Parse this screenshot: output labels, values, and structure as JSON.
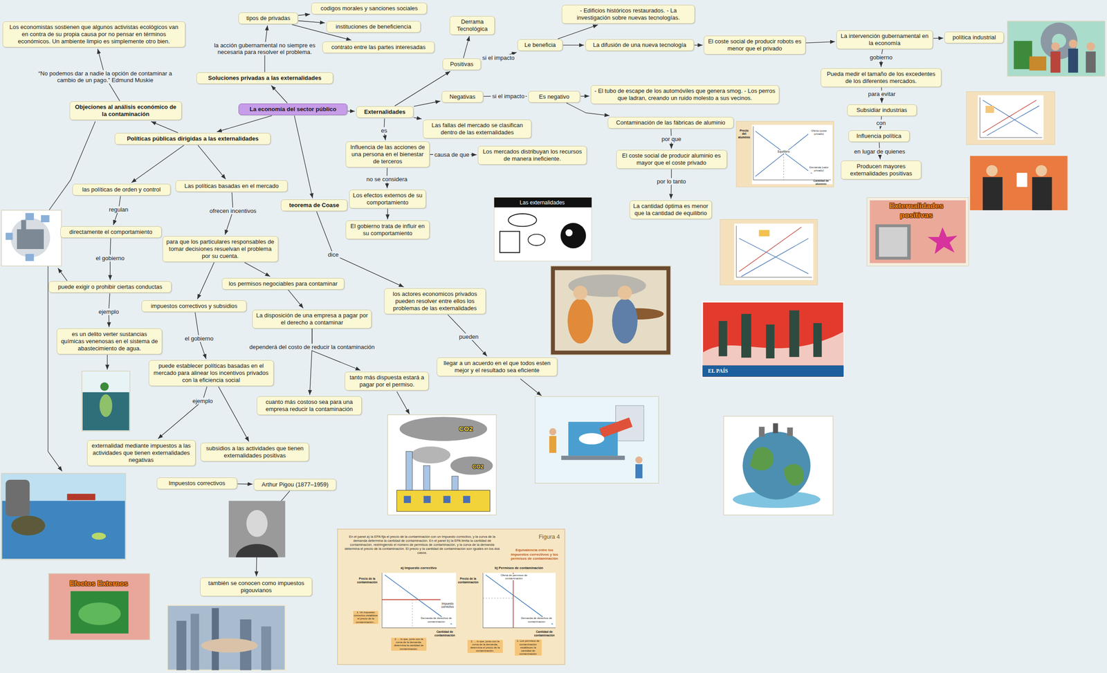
{
  "diagram": {
    "nodes": [
      {
        "text": [
          "La economía del sector público"
        ]
      },
      {
        "text": [
          "Externalidades"
        ]
      },
      {
        "text": [
          "Soluciones privadas a las externalidades"
        ]
      },
      {
        "text": [
          "tipos de privadas"
        ]
      },
      {
        "text": [
          "codigos morales y sanciones sociales"
        ]
      },
      {
        "text": [
          "instituciones de beneficiencia"
        ]
      },
      {
        "text": [
          "contrato entre las partes interesadas"
        ]
      },
      {
        "text": [
          "Objeciones al análisis económico de la contaminación"
        ]
      },
      {
        "text": [
          "Los economistas sostienen que algunos activistas ecológicos van en contra de su propia causa por no pensar en términos económicos. Un ambiente limpio es simplemente otro bien."
        ]
      },
      {
        "text": [
          "Políticas públicas dirigidas a las externalidades"
        ]
      },
      {
        "text": [
          "las políticas de orden y control"
        ]
      },
      {
        "text": [
          "Las políticas basadas en el mercado"
        ]
      },
      {
        "text": [
          "directamente el comportamiento"
        ]
      },
      {
        "text": [
          "puede exigir o prohibir ciertas conductas"
        ]
      },
      {
        "text": [
          "es un delito verter sustancias químicas venenosas en el sistema de abastecimiento de agua."
        ]
      },
      {
        "text": [
          "para que los particulares responsables de tomar decisiones resuelvan el problema por su cuenta."
        ]
      },
      {
        "text": [
          "los permisos negociables para contaminar"
        ]
      },
      {
        "text": [
          "impuestos correctivos y subsidios"
        ]
      },
      {
        "text": [
          "La disposición de una empresa a pagar por el derecho a contaminar"
        ]
      },
      {
        "text": [
          "cuanto más costoso sea para una empresa reducir la contaminación"
        ]
      },
      {
        "text": [
          "tanto más dispuesta estará a pagar por el permiso."
        ]
      },
      {
        "text": [
          "puede establecer políticas basadas en el mercado para alinear los incentivos privados con la eficiencia social"
        ]
      },
      {
        "text": [
          "externalidad mediante impuestos a las actividades que tienen externalidades negativas"
        ]
      },
      {
        "text": [
          "subsidios a las actividades que tienen externalidades positivas"
        ]
      },
      {
        "text": [
          "teorema de Coase"
        ]
      },
      {
        "text": [
          "los actores economicos privados pueden resolver entre ellos los problemas de las externalidades"
        ]
      },
      {
        "text": [
          "llegar a un acuerdo en el que todos esten mejor y el resultado sea eficiente"
        ]
      },
      {
        "text": [
          "Impuestos correctivos"
        ]
      },
      {
        "text": [
          "Arthur Pigou (1877–1959)"
        ]
      },
      {
        "text": [
          "también se conocen como impuestos pigouvianos"
        ]
      },
      {
        "text": [
          "Positivas"
        ]
      },
      {
        "text": [
          "Derrama Tecnológica"
        ]
      },
      {
        "text": [
          "Le beneficia"
        ]
      },
      {
        "text": [
          "- Edificios históricos restaurados. - La investigación sobre nuevas tecnologías."
        ]
      },
      {
        "text": [
          "La difusión de una nueva tecnología"
        ]
      },
      {
        "text": [
          "El coste social de producir robots es menor que el privado"
        ]
      },
      {
        "text": [
          "La intervención gubernamental en la economía"
        ]
      },
      {
        "text": [
          "política industrial"
        ]
      },
      {
        "text": [
          "Pueda medir el tamaño de los excedentes de los diferentes mercados."
        ]
      },
      {
        "text": [
          "Subsidiar industrias"
        ]
      },
      {
        "text": [
          "Influencia política"
        ]
      },
      {
        "text": [
          "Producen mayores externalidades positivas"
        ]
      },
      {
        "text": [
          "Negativas"
        ]
      },
      {
        "text": [
          "Es negativo"
        ]
      },
      {
        "text": [
          "- El tubo de escape de los automóviles que genera smog. - Los perros que ladran, creando un ruido molesto a sus vecinos."
        ]
      },
      {
        "text": [
          "Contaminación de las fábricas de aluminio"
        ]
      },
      {
        "text": [
          "El coste social de producir aluminio es mayor que el coste privado"
        ]
      },
      {
        "text": [
          "La cantidad óptima es menor que la cantidad de equilibrio"
        ]
      },
      {
        "text": [
          "Las fallas del mercado se clasifican dentro de las externalidades"
        ]
      },
      {
        "text": [
          "Influencia de las acciones de una persona en el bienestar de terceros"
        ]
      },
      {
        "text": [
          "Los mercados distribuyan los recursos de manera ineficiente."
        ]
      },
      {
        "text": [
          "Los efectos externos de su comportamiento"
        ]
      },
      {
        "text": [
          "El gobierno trata de influir en su comportamiento"
        ]
      }
    ],
    "edges": [
      {
        "from": 0,
        "to": 1,
        "arrow": "to"
      },
      {
        "from": 0,
        "to": 2,
        "arrow": "to"
      },
      {
        "from": 2,
        "to": 3,
        "label": "la acción gubernamental no siempre es necesaria para resolver el problema.",
        "arrow": "to"
      },
      {
        "from": 3,
        "to": 4,
        "arrow": "to"
      },
      {
        "from": 3,
        "to": 5,
        "arrow": "to"
      },
      {
        "from": 3,
        "to": 6,
        "arrow": "to"
      },
      {
        "from": 9,
        "to": 7,
        "arrow": "to"
      },
      {
        "from": 7,
        "to": 8,
        "label": "“No podemos dar a nadie la opción de contaminar a cambio de un pago.” Edmund Muskie",
        "arrow": "to"
      },
      {
        "from": 0,
        "to": 9,
        "arrow": "to"
      },
      {
        "from": 9,
        "to": 10,
        "arrow": "to"
      },
      {
        "from": 9,
        "to": 11,
        "arrow": "to"
      },
      {
        "from": 10,
        "to": 12,
        "label": "regulan",
        "arrow": "to"
      },
      {
        "from": 12,
        "to": 13,
        "label": "el gobierno",
        "arrow": "to"
      },
      {
        "from": 13,
        "to": 14,
        "label": "ejemplo",
        "arrow": "to"
      },
      {
        "from": 11,
        "to": 15,
        "label": "ofrecen incentivos",
        "arrow": "to"
      },
      {
        "from": 15,
        "to": 16,
        "arrow": "to"
      },
      {
        "from": 15,
        "to": 17,
        "arrow": "to"
      },
      {
        "from": 16,
        "to": 18,
        "arrow": "to"
      },
      {
        "from": 18,
        "to": 19,
        "label": "dependerá del costo de reducir la contaminación",
        "arrow": "to"
      },
      {
        "from": 18,
        "to": 20,
        "arrow": "to"
      },
      {
        "from": 17,
        "to": 21,
        "label": "el gobierno",
        "arrow": "to"
      },
      {
        "from": 21,
        "to": 22,
        "label": "ejemplo",
        "arrow": "to"
      },
      {
        "from": 21,
        "to": 23,
        "arrow": "to"
      },
      {
        "from": 0,
        "to": 24,
        "arrow": "to"
      },
      {
        "from": 24,
        "to": 25,
        "label": "dice",
        "arrow": "to"
      },
      {
        "from": 25,
        "to": 26,
        "label": "pueden",
        "arrow": "to"
      },
      {
        "from": 27,
        "to": 28,
        "arrow": "to"
      },
      {
        "from": 28,
        "to": 29,
        "arrow": "to"
      },
      {
        "from": 1,
        "to": 30,
        "arrow": "to"
      },
      {
        "from": 30,
        "to": 31,
        "arrow": "to"
      },
      {
        "from": 30,
        "to": 32,
        "label": "si el impacto",
        "arrow": "to"
      },
      {
        "from": 32,
        "to": 33,
        "arrow": "to"
      },
      {
        "from": 32,
        "to": 34,
        "arrow": "to"
      },
      {
        "from": 34,
        "to": 35,
        "arrow": "to"
      },
      {
        "from": 35,
        "to": 36,
        "arrow": "to"
      },
      {
        "from": 36,
        "to": 37,
        "arrow": "to"
      },
      {
        "from": 36,
        "to": 38,
        "label": "gobierno",
        "arrow": "to"
      },
      {
        "from": 38,
        "to": 39,
        "label": "para evitar",
        "arrow": "to"
      },
      {
        "from": 39,
        "to": 40,
        "label": "con",
        "arrow": "to"
      },
      {
        "from": 40,
        "to": 41,
        "label": "en lugar de quienes",
        "arrow": "to"
      },
      {
        "from": 1,
        "to": 42,
        "arrow": "to"
      },
      {
        "from": 42,
        "to": 43,
        "label": "si el impacto",
        "arrow": "to"
      },
      {
        "from": 43,
        "to": 44,
        "arrow": "to"
      },
      {
        "from": 43,
        "to": 45,
        "arrow": "to"
      },
      {
        "from": 45,
        "to": 46,
        "label": "por que",
        "arrow": "to"
      },
      {
        "from": 46,
        "to": 47,
        "label": "por lo tanto",
        "arrow": "to"
      },
      {
        "from": 1,
        "to": 48,
        "arrow": "to"
      },
      {
        "from": 1,
        "to": 49,
        "label": "es",
        "arrow": "to"
      },
      {
        "from": 49,
        "to": 50,
        "label": "causa de que",
        "arrow": "to"
      },
      {
        "from": 49,
        "to": 51,
        "label": "no se considera",
        "arrow": "to"
      },
      {
        "from": 51,
        "to": 52,
        "arrow": "to"
      }
    ],
    "labels": [
      "Las externalidades",
      "Externalidades positivas",
      "Efectos Externos",
      "EL PAÍS",
      "CO2",
      "CO2",
      "Figura 4",
      "Equivalencia entre los impuestos correctivos y los permisos de contaminación",
      "En el panel a) la EPA fija el precio de la contaminación con un impuesto correctivo, y la curva de la demanda determina la cantidad de contaminación. En el panel b) la EPA limita la cantidad de contaminación, restringiendo el número de permisos de contaminación, y la curva de la demanda determina el precio de la contaminación. El precio y la cantidad de contaminación son iguales en los dos casos.",
      "a) Impuesto correctivo",
      "b) Permisos de contaminación",
      "Precio de la contaminación",
      "Precio de la contaminación",
      "Impuesto correctivo",
      "Demanda de derechos de contaminación",
      "Oferta de permisos de contaminación",
      "Demanda de derechos de contaminación",
      "Cantidad de contaminación",
      "Cantidad de contaminación",
      "1. Un impuesto correctivo establece el precio de la contaminación...",
      "2. ... lo que, junto con la curva de la demanda, determina la cantidad de contaminación.",
      "2. ... lo que, junto con la curva de la demanda, determina el precio de la contaminación.",
      "1. Los permisos de contaminación establecen la cantidad de contaminación",
      "Precio del aluminio",
      "Oferta (coste privado)",
      "Equilibrio",
      "Demanda (valor privado)",
      "Cantidad de aluminio"
    ]
  }
}
